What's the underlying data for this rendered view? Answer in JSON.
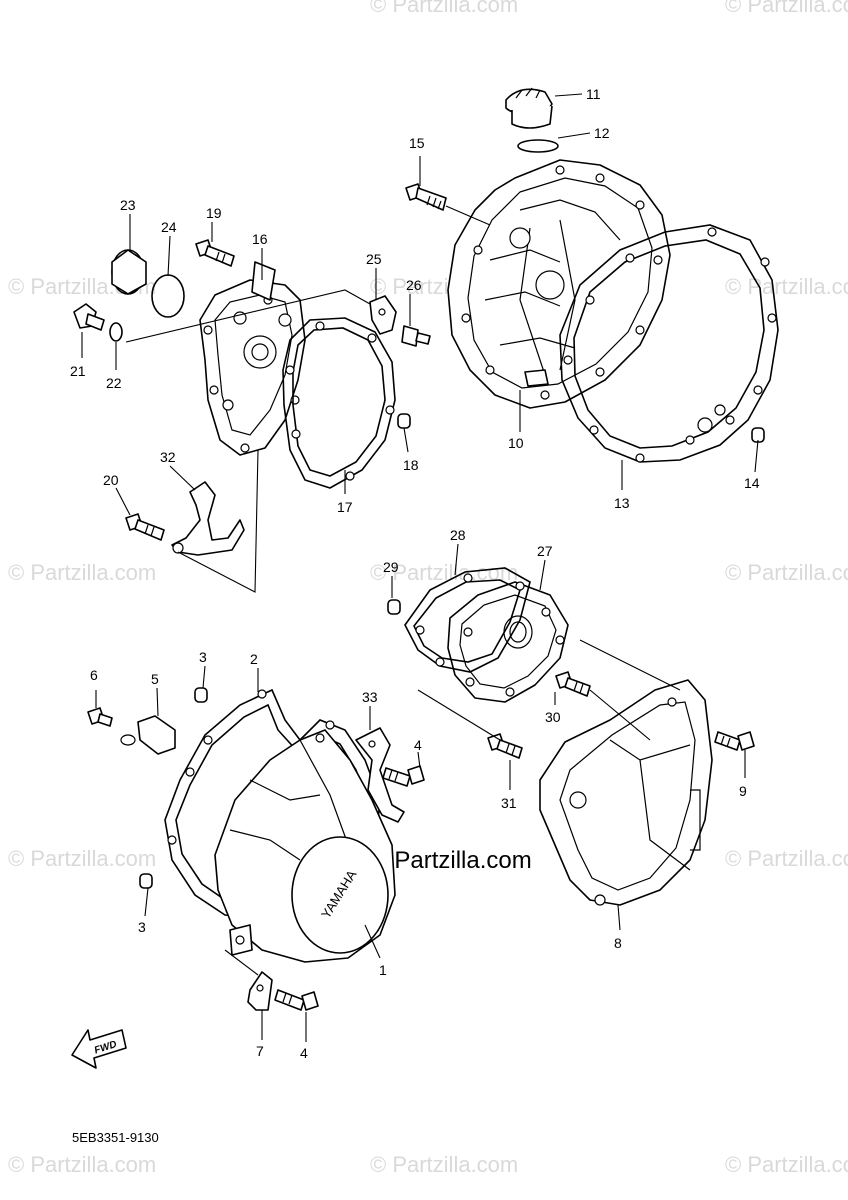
{
  "watermark": {
    "text": "© Partzilla.com",
    "center_text": "© Partzilla.com"
  },
  "diagram_code": "5EB3351-9130",
  "fwd_label": "FWD",
  "cover_emboss": "YAMAHA",
  "callouts": [
    "1",
    "2",
    "3",
    "3",
    "4",
    "4",
    "5",
    "6",
    "7",
    "8",
    "9",
    "10",
    "11",
    "12",
    "13",
    "14",
    "15",
    "16",
    "17",
    "18",
    "19",
    "20",
    "21",
    "22",
    "23",
    "24",
    "25",
    "26",
    "27",
    "28",
    "29",
    "30",
    "31",
    "32",
    "33"
  ]
}
